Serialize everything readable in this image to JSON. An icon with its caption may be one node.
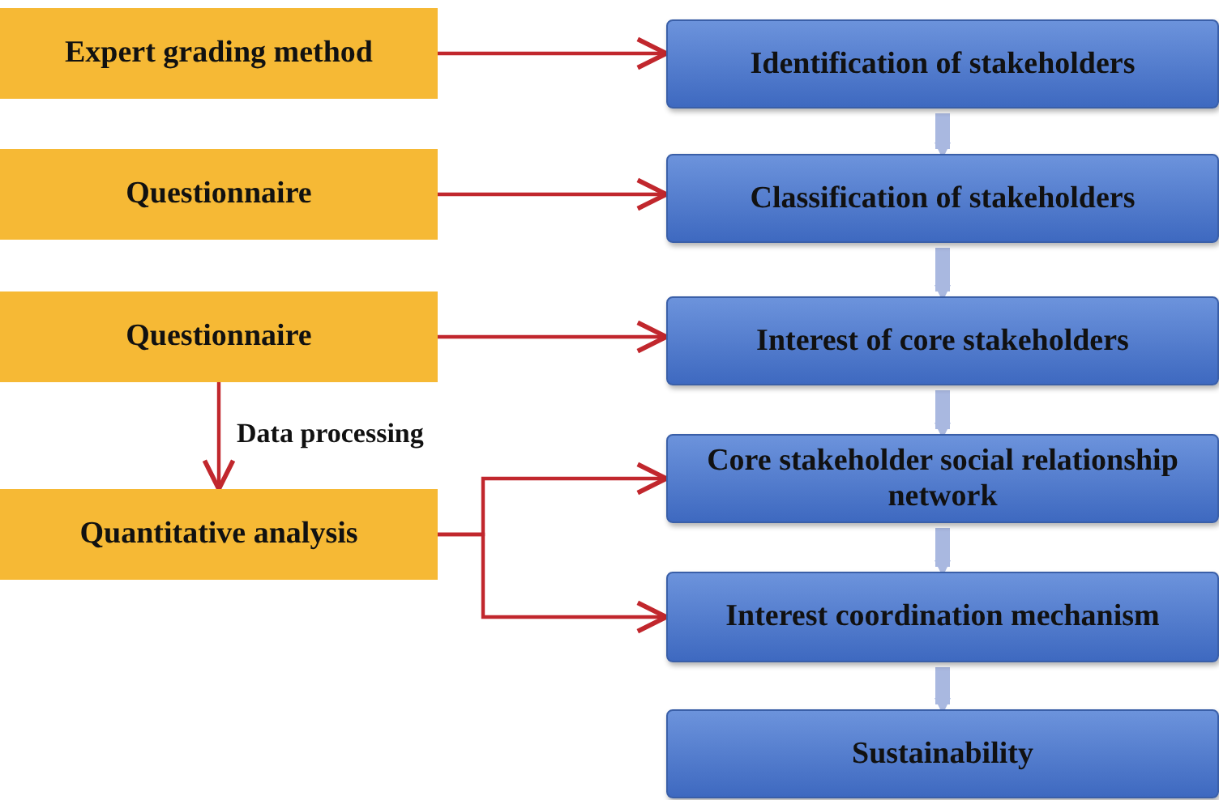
{
  "diagram": {
    "nodes": [
      {
        "text": [
          "Expert grading method"
        ]
      },
      {
        "text": [
          "Questionnaire"
        ]
      },
      {
        "text": [
          "Questionnaire"
        ]
      },
      {
        "text": [
          "Quantitative analysis"
        ]
      },
      {
        "text": [
          "Identification of stakeholders"
        ]
      },
      {
        "text": [
          "Classification of stakeholders"
        ]
      },
      {
        "text": [
          "Interest of core stakeholders"
        ]
      },
      {
        "text": [
          "Core stakeholder social relationship network"
        ]
      },
      {
        "text": [
          "Interest coordination mechanism"
        ]
      },
      {
        "text": [
          "Sustainability"
        ]
      }
    ],
    "edges": [
      {
        "from": 0,
        "to": 4,
        "arrow": "to"
      },
      {
        "from": 1,
        "to": 5,
        "arrow": "to"
      },
      {
        "from": 2,
        "to": 6,
        "arrow": "to"
      },
      {
        "from": 2,
        "to": 3,
        "arrow": "to",
        "label": "Data processing"
      },
      {
        "from": 3,
        "to": 7,
        "arrow": "to"
      },
      {
        "from": 3,
        "to": 8,
        "arrow": "to"
      },
      {
        "from": 4,
        "to": 5,
        "arrow": "to",
        "style": "thick",
        "color": "#a9b8e0"
      },
      {
        "from": 5,
        "to": 6,
        "arrow": "to",
        "style": "thick",
        "color": "#a9b8e0"
      },
      {
        "from": 6,
        "to": 7,
        "arrow": "to",
        "style": "thick",
        "color": "#a9b8e0"
      },
      {
        "from": 7,
        "to": 8,
        "arrow": "to",
        "style": "thick",
        "color": "#a9b8e0"
      },
      {
        "from": 8,
        "to": 9,
        "arrow": "to",
        "style": "thick",
        "color": "#a9b8e0"
      }
    ]
  }
}
